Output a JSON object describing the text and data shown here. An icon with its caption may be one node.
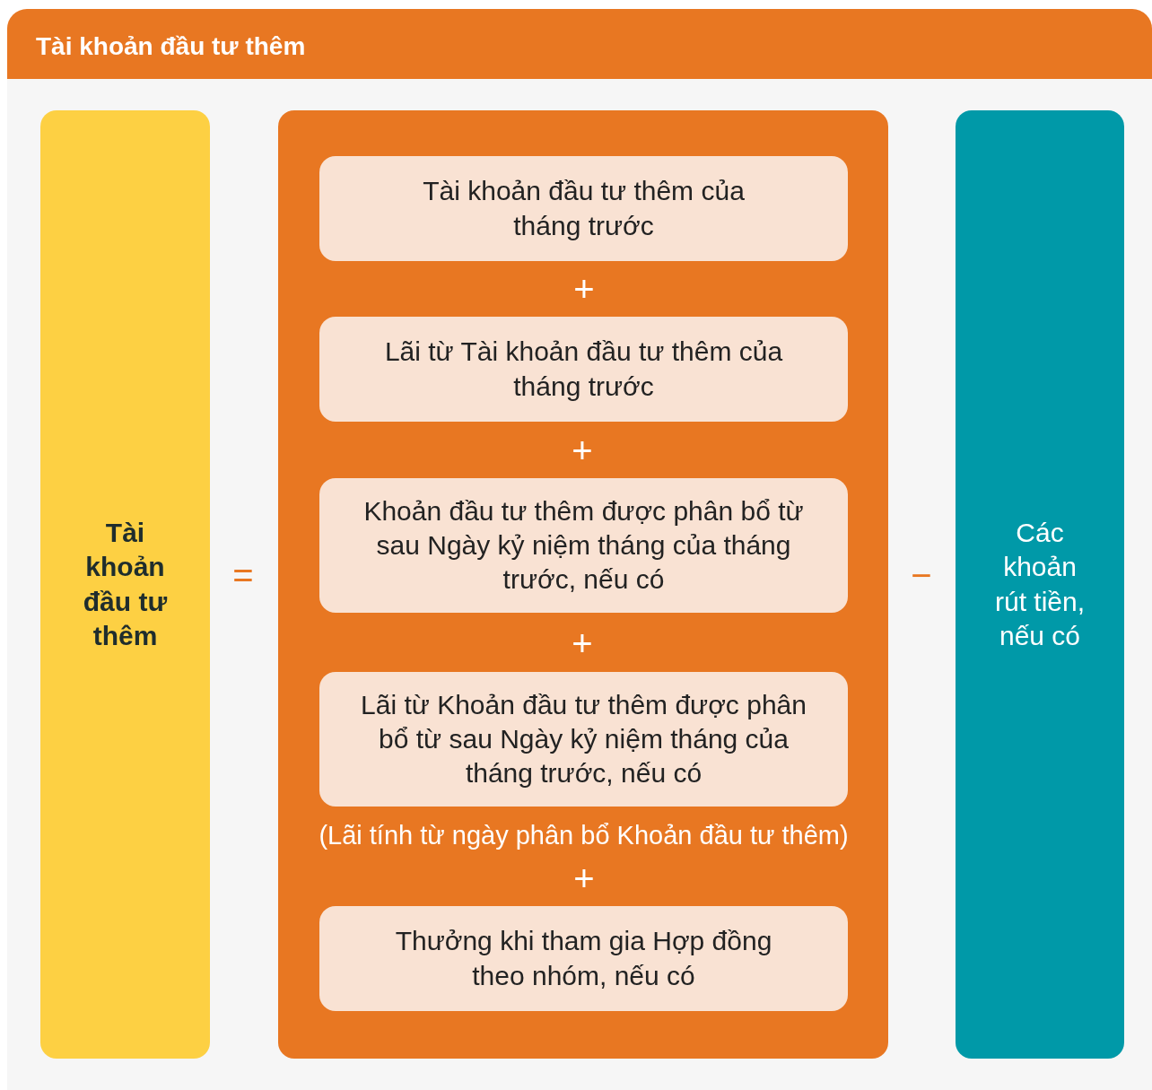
{
  "diagram": {
    "title": "Tài khoản đầu tư thêm",
    "nodes": [
      {
        "text": [
          "Tài khoản đầu tư thêm"
        ]
      },
      {
        "text": [],
        "shape": "box"
      },
      {
        "text": [
          "Tài khoản đầu tư thêm của tháng trước"
        ],
        "in": 1
      },
      {
        "text": [
          "Lãi từ Tài khoản đầu tư thêm của tháng trước"
        ],
        "in": 1
      },
      {
        "text": [
          "Khoản đầu tư thêm được phân bổ từ sau Ngày kỷ niệm tháng của tháng trước, nếu có"
        ],
        "in": 1
      },
      {
        "text": [
          "Lãi từ Khoản đầu tư thêm được phân bổ từ sau Ngày kỷ niệm tháng của tháng trước, nếu có"
        ],
        "in": 1,
        "beside": [
          "(Lãi tính từ ngày phân bổ Khoản đầu tư thêm)"
        ]
      },
      {
        "text": [
          "Thưởng khi tham gia Hợp đồng theo nhóm, nếu có"
        ],
        "in": 1
      },
      {
        "text": [
          "Các khoản rút tiền, nếu có"
        ]
      }
    ],
    "labels": [
      "=",
      "+",
      "+",
      "+",
      "+",
      "−"
    ]
  }
}
